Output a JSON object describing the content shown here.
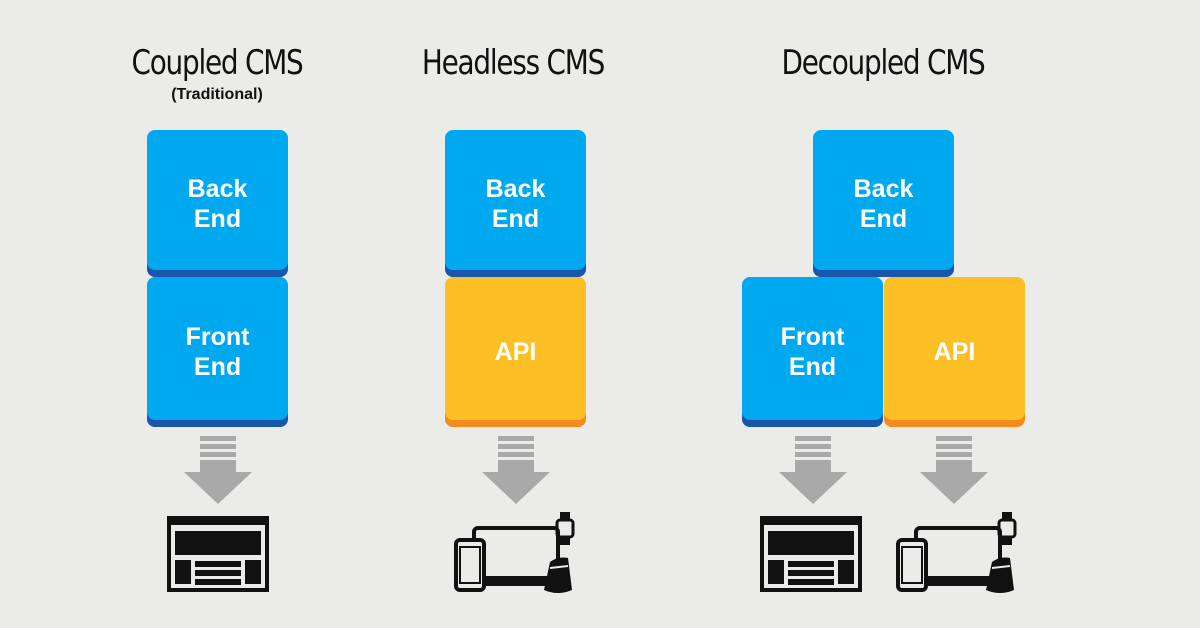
{
  "columns": {
    "coupled": {
      "title": "Coupled CMS",
      "subtitle": "(Traditional)",
      "back_end": "Back\nEnd",
      "front_end": "Front\nEnd"
    },
    "headless": {
      "title": "Headless CMS",
      "back_end": "Back\nEnd",
      "api": "API"
    },
    "decoupled": {
      "title": "Decoupled CMS",
      "back_end": "Back\nEnd",
      "front_end": "Front\nEnd",
      "api": "API"
    }
  },
  "icons": {
    "website": "website-layout-icon",
    "devices": "multi-device-icon",
    "arrow": "down-arrow-icon"
  },
  "colors": {
    "background": "#ebebea",
    "back_front_block": "#00a9ef",
    "back_front_block_edge": "#1b56ad",
    "api_block": "#fcc026",
    "api_block_edge": "#f48b1f",
    "arrow": "#a9a9a9",
    "icon": "#111111"
  }
}
